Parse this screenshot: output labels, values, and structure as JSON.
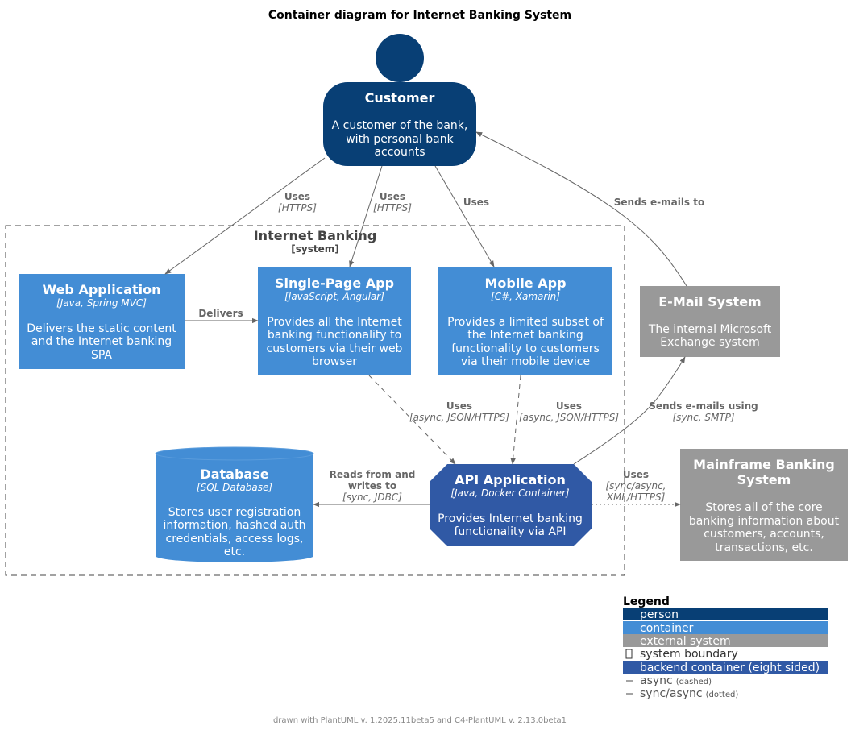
{
  "title": "Container diagram for Internet Banking System",
  "colors": {
    "person": "#083F75",
    "container": "#438DD5",
    "external": "#999999",
    "backend": "#3059A5",
    "edge": "#666666"
  },
  "customer": {
    "title": "Customer",
    "desc": [
      "A customer of the bank,",
      "with personal bank",
      "accounts"
    ]
  },
  "boundary": {
    "title": "Internet Banking",
    "type": "[system]"
  },
  "webapp": {
    "title": "Web Application",
    "tech": "[Java, Spring MVC]",
    "desc": [
      "Delivers the static content",
      "and the Internet banking",
      "SPA"
    ]
  },
  "spa": {
    "title": "Single-Page App",
    "tech": "[JavaScript, Angular]",
    "desc": [
      "Provides all the Internet",
      "banking functionality to",
      "customers via their web",
      "browser"
    ]
  },
  "mobile": {
    "title": "Mobile App",
    "tech": "[C#, Xamarin]",
    "desc": [
      "Provides a limited subset of",
      "the Internet banking",
      "functionality to customers",
      "via their mobile device"
    ]
  },
  "email": {
    "title": "E-Mail System",
    "desc": [
      "The internal Microsoft",
      "Exchange system"
    ]
  },
  "database": {
    "title": "Database",
    "tech": "[SQL Database]",
    "desc": [
      "Stores user registration",
      "information, hashed auth",
      "credentials, access logs,",
      "etc."
    ]
  },
  "api": {
    "title": "API Application",
    "tech": "[Java, Docker Container]",
    "desc": [
      "Provides Internet banking",
      "functionality via API"
    ]
  },
  "mainframe": {
    "title": [
      "Mainframe Banking",
      "System"
    ],
    "desc": [
      "Stores all of the core",
      "banking information about",
      "customers, accounts,",
      "transactions, etc."
    ]
  },
  "relations": {
    "cust_web": {
      "label": "Uses",
      "tech": "[HTTPS]"
    },
    "cust_spa": {
      "label": "Uses",
      "tech": "[HTTPS]"
    },
    "cust_mobile": {
      "label": "Uses"
    },
    "email_cust": {
      "label": "Sends e-mails to"
    },
    "web_spa": {
      "label": "Delivers"
    },
    "spa_api": {
      "label": "Uses",
      "tech": "[async, JSON/HTTPS]"
    },
    "mobile_api": {
      "label": "Uses",
      "tech": "[async, JSON/HTTPS]"
    },
    "api_email": {
      "label": "Sends e-mails using",
      "tech": "[sync, SMTP]"
    },
    "api_db": {
      "label": [
        "Reads from and",
        "writes to"
      ],
      "tech": "[sync, JDBC]"
    },
    "api_mainframe": {
      "label": "Uses",
      "tech": [
        "[sync/async,",
        "XML/HTTPS]"
      ]
    }
  },
  "legend": {
    "title": "Legend",
    "items": {
      "person": "person",
      "container": "container",
      "external": "external system",
      "boundary": "system boundary",
      "backend": "backend container (eight sided)",
      "async": "async",
      "async_note": "(dashed)",
      "sync_async": "sync/async",
      "sync_async_note": "(dotted)"
    }
  },
  "footer": "drawn with PlantUML v. 1.2025.11beta5 and C4-PlantUML v. 2.13.0beta1"
}
